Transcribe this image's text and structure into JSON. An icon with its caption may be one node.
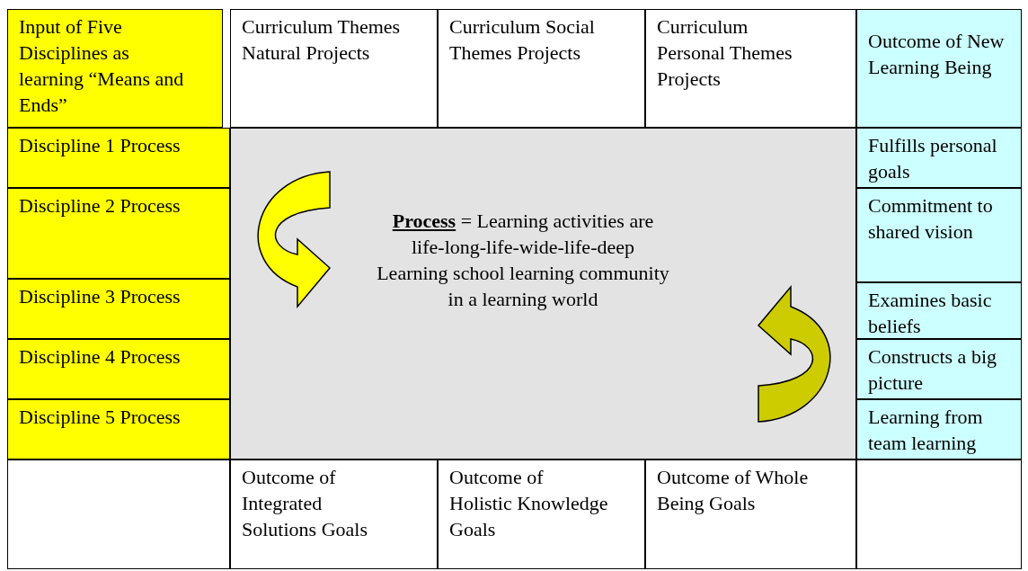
{
  "diagram": {
    "nodes": [
      {
        "text": [
          "Input of Five Disciplines as learning “Means and Ends”"
        ]
      },
      {
        "text": [
          "Curriculum Themes Natural Projects"
        ]
      },
      {
        "text": [
          "Curriculum Social Themes Projects"
        ]
      },
      {
        "text": [
          "Curriculum Personal Themes Projects"
        ]
      },
      {
        "text": [
          "Outcome of New Learning Being"
        ]
      },
      {
        "text": [
          "Discipline 1 Process"
        ]
      },
      {
        "text": [
          "**Process** = Learning activities are life-long-life-wide-life-deep Learning school learning community in a learning world"
        ]
      },
      {
        "text": [
          "Fulfills personal goals"
        ]
      },
      {
        "text": [
          "Discipline 2 Process"
        ]
      },
      {
        "text": [
          "Commitment to shared vision"
        ]
      },
      {
        "text": [
          "Discipline 3 Process"
        ]
      },
      {
        "text": [
          "Examines basic beliefs"
        ]
      },
      {
        "text": [
          "Discipline 4 Process"
        ]
      },
      {
        "text": [
          "Constructs a big picture"
        ]
      },
      {
        "text": [
          "Discipline 5 Process"
        ]
      },
      {
        "text": [
          "Learning from team learning"
        ]
      },
      {
        "text": [],
        "shape": "box"
      },
      {
        "text": [
          "Outcome of Integrated Solutions Goals"
        ]
      },
      {
        "text": [
          "Outcome of Holistic Knowledge Goals"
        ]
      },
      {
        "text": [
          "Outcome of Whole Being Goals"
        ]
      },
      {
        "text": [],
        "shape": "box"
      }
    ]
  }
}
